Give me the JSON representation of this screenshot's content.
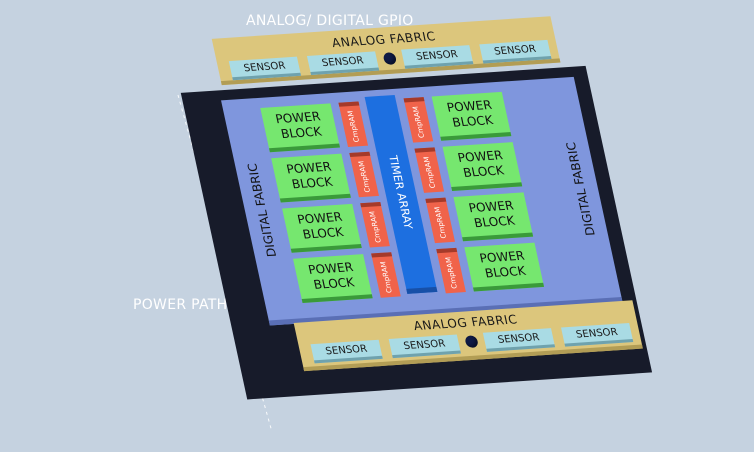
{
  "title": "ANALOG/ DIGITAL GPIO",
  "power_path_label": "POWER PATH",
  "top_analog": {
    "title": "ANALOG FABRIC",
    "sensors": [
      "SENSOR",
      "SENSOR",
      "SENSOR",
      "SENSOR"
    ]
  },
  "bottom_analog": {
    "title": "ANALOG FABRIC",
    "sensors": [
      "SENSOR",
      "SENSOR",
      "SENSOR",
      "SENSOR"
    ]
  },
  "digital_fabric_left": "DIGITAL FABRIC",
  "digital_fabric_right": "DIGITAL FABRIC",
  "timer_array": "TIMER ARRAY",
  "power_blocks_left": [
    "POWER BLOCK",
    "POWER BLOCK",
    "POWER BLOCK",
    "POWER BLOCK"
  ],
  "power_blocks_right": [
    "POWER BLOCK",
    "POWER BLOCK",
    "POWER BLOCK",
    "POWER BLOCK"
  ],
  "ram_blocks_left": [
    "CmpRAM",
    "CmpRAM",
    "CmpRAM",
    "CmpRAM"
  ],
  "ram_blocks_right": [
    "CmpRAM",
    "CmpRAM",
    "CmpRAM",
    "CmpRAM"
  ],
  "colors": {
    "background": "#c5d2e0",
    "substrate": "#171b2a",
    "analog_fabric": "#dcc67c",
    "sensor": "#a9dbe4",
    "digital_fabric": "#7f96dd",
    "timer_array": "#1d6fe0",
    "power_block": "#76e76f",
    "ram_block": "#f0634a"
  }
}
